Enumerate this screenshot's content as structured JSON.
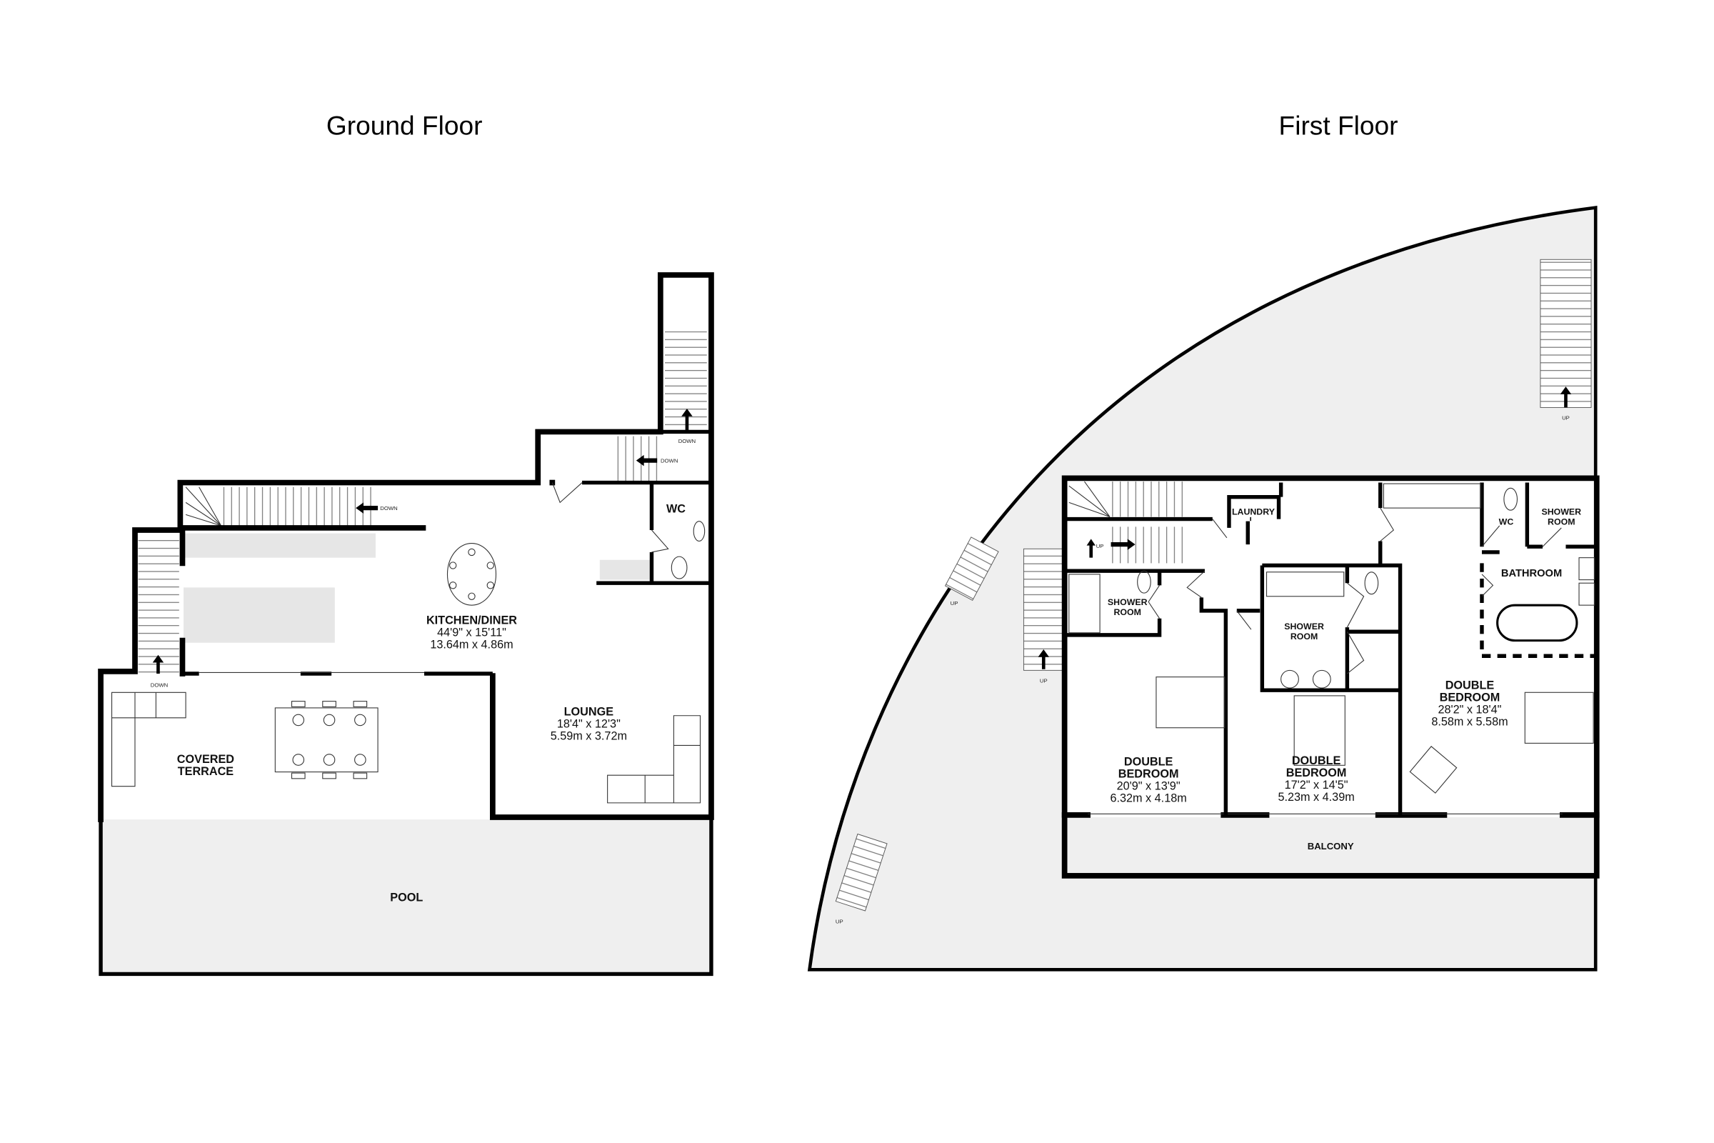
{
  "ground_floor": {
    "title": "Ground Floor",
    "rooms": {
      "kitchen": {
        "name": "KITCHEN/DINER",
        "imperial": "44'9\"  x 15'11\"",
        "metric": "13.64m  x 4.86m"
      },
      "lounge": {
        "name": "LOUNGE",
        "imperial": "18'4\"  x 12'3\"",
        "metric": "5.59m  x 3.72m"
      },
      "wc": {
        "name": "WC"
      },
      "terrace": {
        "name1": "COVERED",
        "name2": "TERRACE"
      },
      "pool": {
        "name": "POOL"
      }
    },
    "stairs": {
      "down": "DOWN"
    }
  },
  "first_floor": {
    "title": "First Floor",
    "rooms": {
      "bed1": {
        "name1": "DOUBLE",
        "name2": "BEDROOM",
        "imperial": "20'9\"  x 13'9\"",
        "metric": "6.32m  x 4.18m"
      },
      "bed2": {
        "name1": "DOUBLE",
        "name2": "BEDROOM",
        "imperial": "17'2\"  x 14'5\"",
        "metric": "5.23m  x 4.39m"
      },
      "bed3": {
        "name1": "DOUBLE",
        "name2": "BEDROOM",
        "imperial": "28'2\"  x 18'4\"",
        "metric": "8.58m  x 5.58m"
      },
      "shower1": {
        "name1": "SHOWER",
        "name2": "ROOM"
      },
      "shower2": {
        "name1": "SHOWER",
        "name2": "ROOM"
      },
      "shower3": {
        "name1": "SHOWER",
        "name2": "ROOM"
      },
      "laundry": {
        "name": "LAUNDRY"
      },
      "wc": {
        "name": "WC"
      },
      "bathroom": {
        "name": "BATHROOM"
      },
      "balcony": {
        "name": "BALCONY"
      }
    },
    "stairs": {
      "up": "UP"
    }
  }
}
